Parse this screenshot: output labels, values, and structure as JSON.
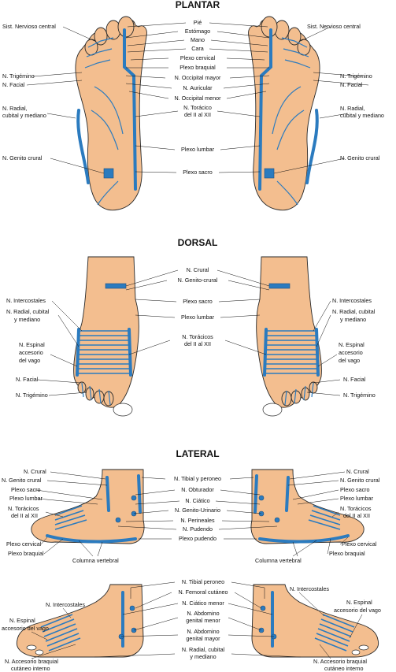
{
  "sections": {
    "plantar": "PLANTAR",
    "dorsal": "DORSAL",
    "lateral": "LATERAL"
  },
  "colors": {
    "skin": "#f3be8f",
    "nerve": "#2b7bbf",
    "outline": "#2a2a2a"
  },
  "plantar": {
    "center": [
      "Pié",
      "Estómago",
      "Mano",
      "Cara",
      "Plexo cervical",
      "Plexo braquial",
      "N. Occipital mayor",
      "N. Auricular",
      "N. Occipital menor",
      "N. Torácico",
      "del II al XII",
      "Plexo lumbar",
      "Plexo sacro"
    ],
    "left": [
      "Sist. Nervioso central",
      "N. Trigémino",
      "N. Facial",
      "N. Radial,",
      "cubital y mediano",
      "N. Genito crural"
    ],
    "right": [
      "Sist. Nervioso central",
      "N. Trigémino",
      "N. Facial",
      "N. Radial,",
      "cubital y mediano",
      "N. Genito crural"
    ]
  },
  "dorsal": {
    "center": [
      "N. Crural",
      "N. Genito-crural",
      "Plexo sacro",
      "Plexo lumbar",
      "N. Torácicos",
      "del II al XII"
    ],
    "left": [
      "N. Intercostales",
      "N. Radial, cubital",
      "y mediano",
      "N. Espinal",
      "accesorio",
      "del vago",
      "N. Facial",
      "N. Trigémino"
    ],
    "right": [
      "N. Intercostales",
      "N. Radial, cubital",
      "y mediano",
      "N. Espinal",
      "accesorio",
      "del vago",
      "N. Facial",
      "N. Trigémino"
    ]
  },
  "lateral": {
    "center": [
      "N. Tibial y peroneo",
      "N. Obturador",
      "N. Ciático",
      "N. Genito-Urinario",
      "N. Perineales",
      "N. Pudendo",
      "Plexo pudendo"
    ],
    "left": [
      "N. Crural",
      "N. Genito crural",
      "Plexo sacro",
      "Plexo lumbar",
      "N. Torácicos",
      "del II al XII",
      "Plexo cervical",
      "Plexo braquial",
      "Columna vertebral"
    ],
    "right": [
      "N. Crural",
      "N. Genito crural",
      "Plexo sacro",
      "Plexo lumbar",
      "N. Torácicos",
      "del II al XII",
      "Plexo cervical",
      "Plexo braquial",
      "Columna vertebral"
    ]
  },
  "medial": {
    "center": [
      "N. Tibial peroneo",
      "N. Femoral cutáneo",
      "N. Ciático menor",
      "N. Abdomino",
      "genital menor",
      "N. Abdomino",
      "genital mayor",
      "N. Radial, cubital",
      "y mediano"
    ],
    "left": [
      "N. Intercostales",
      "N. Espinal",
      "accesorio del vago",
      "N. Accesorio braquial",
      "cutáneo interno"
    ],
    "right": [
      "N. Intercostales",
      "N. Espinal",
      "accesorio del vago",
      "N. Accesorio braquial",
      "cutáneo interno"
    ]
  }
}
